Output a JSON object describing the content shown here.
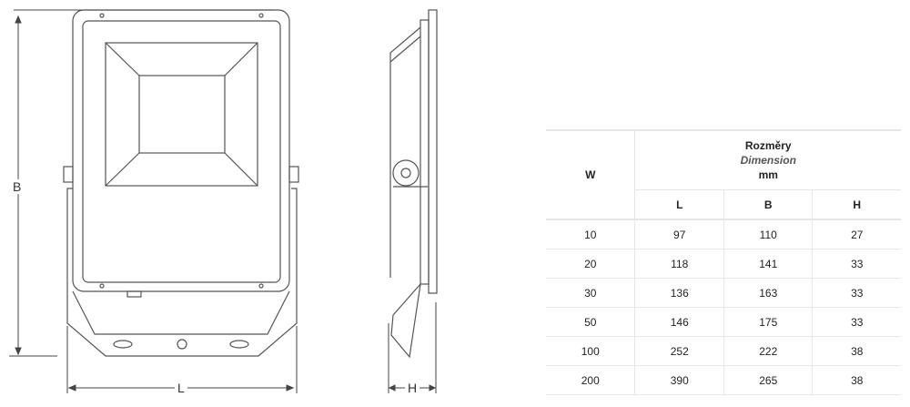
{
  "drawing": {
    "label_b": "B",
    "label_l": "L",
    "label_h": "H"
  },
  "table": {
    "col_w": "W",
    "group_title": "Rozměry",
    "group_subtitle": "Dimension",
    "group_unit": "mm",
    "cols": [
      "L",
      "B",
      "H"
    ],
    "rows": [
      [
        "10",
        "97",
        "110",
        "27"
      ],
      [
        "20",
        "118",
        "141",
        "33"
      ],
      [
        "30",
        "136",
        "163",
        "33"
      ],
      [
        "50",
        "146",
        "175",
        "33"
      ],
      [
        "100",
        "252",
        "222",
        "38"
      ],
      [
        "200",
        "390",
        "265",
        "38"
      ]
    ]
  }
}
